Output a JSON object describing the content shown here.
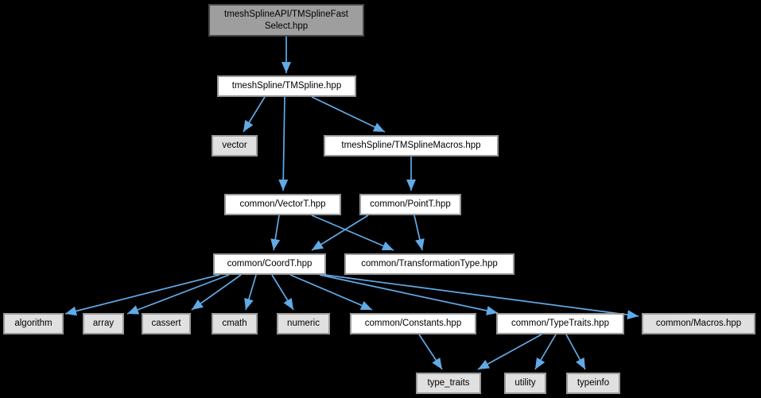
{
  "diagram": {
    "kind": "include-dependency-graph",
    "background_color": "#000000",
    "edge_color": "#61aae6",
    "root_fill": "#9e9e9e",
    "internal_fill": "#ffffff",
    "system_fill": "#e0e0e0",
    "nodes": [
      {
        "id": "TMSplineFastSelect",
        "label": "tmeshSplineAPI/TMSplineFast\nSelect.hpp",
        "kind": "root"
      },
      {
        "id": "TMSpline",
        "label": "tmeshSpline/TMSpline.hpp",
        "kind": "internal"
      },
      {
        "id": "vector",
        "label": "vector",
        "kind": "system"
      },
      {
        "id": "TMSplineMacros",
        "label": "tmeshSpline/TMSplineMacros.hpp",
        "kind": "internal"
      },
      {
        "id": "VectorT",
        "label": "common/VectorT.hpp",
        "kind": "internal"
      },
      {
        "id": "PointT",
        "label": "common/PointT.hpp",
        "kind": "internal"
      },
      {
        "id": "CoordT",
        "label": "common/CoordT.hpp",
        "kind": "internal"
      },
      {
        "id": "TransformationType",
        "label": "common/TransformationType.hpp",
        "kind": "internal"
      },
      {
        "id": "algorithm",
        "label": "algorithm",
        "kind": "system"
      },
      {
        "id": "array",
        "label": "array",
        "kind": "system"
      },
      {
        "id": "cassert",
        "label": "cassert",
        "kind": "system"
      },
      {
        "id": "cmath",
        "label": "cmath",
        "kind": "system"
      },
      {
        "id": "numeric",
        "label": "numeric",
        "kind": "system"
      },
      {
        "id": "Constants",
        "label": "common/Constants.hpp",
        "kind": "internal"
      },
      {
        "id": "TypeTraits",
        "label": "common/TypeTraits.hpp",
        "kind": "internal"
      },
      {
        "id": "Macros",
        "label": "common/Macros.hpp",
        "kind": "system"
      },
      {
        "id": "type_traits",
        "label": "type_traits",
        "kind": "system"
      },
      {
        "id": "utility",
        "label": "utility",
        "kind": "system"
      },
      {
        "id": "typeinfo",
        "label": "typeinfo",
        "kind": "system"
      }
    ],
    "edges": [
      {
        "from": "TMSplineFastSelect",
        "to": "TMSpline"
      },
      {
        "from": "TMSpline",
        "to": "vector"
      },
      {
        "from": "TMSpline",
        "to": "VectorT"
      },
      {
        "from": "TMSpline",
        "to": "TMSplineMacros"
      },
      {
        "from": "TMSplineMacros",
        "to": "PointT"
      },
      {
        "from": "VectorT",
        "to": "CoordT"
      },
      {
        "from": "VectorT",
        "to": "TransformationType"
      },
      {
        "from": "PointT",
        "to": "CoordT"
      },
      {
        "from": "PointT",
        "to": "TransformationType"
      },
      {
        "from": "CoordT",
        "to": "algorithm"
      },
      {
        "from": "CoordT",
        "to": "array"
      },
      {
        "from": "CoordT",
        "to": "cassert"
      },
      {
        "from": "CoordT",
        "to": "cmath"
      },
      {
        "from": "CoordT",
        "to": "numeric"
      },
      {
        "from": "CoordT",
        "to": "Constants"
      },
      {
        "from": "CoordT",
        "to": "TypeTraits"
      },
      {
        "from": "CoordT",
        "to": "Macros"
      },
      {
        "from": "Constants",
        "to": "type_traits"
      },
      {
        "from": "TypeTraits",
        "to": "type_traits"
      },
      {
        "from": "TypeTraits",
        "to": "utility"
      },
      {
        "from": "TypeTraits",
        "to": "typeinfo"
      }
    ]
  }
}
